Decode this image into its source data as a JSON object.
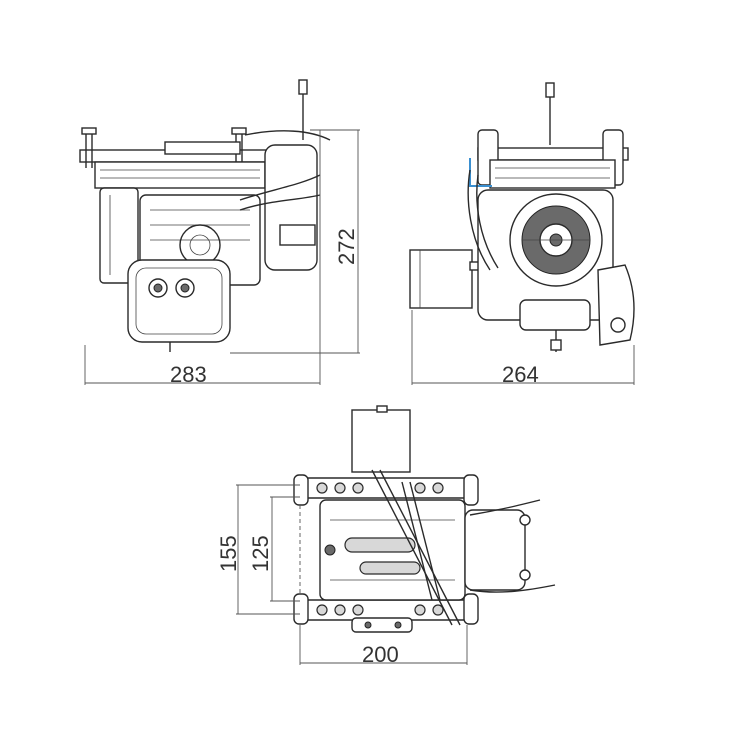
{
  "dimensions": {
    "side_width": "283",
    "side_height": "272",
    "front_width": "264",
    "top_width": "200",
    "top_outer_height": "155",
    "top_inner_height": "125"
  },
  "colors": {
    "line": "#2a2a2a",
    "dimension": "#555555",
    "accent": "#3a8fd0",
    "background": "#ffffff"
  }
}
